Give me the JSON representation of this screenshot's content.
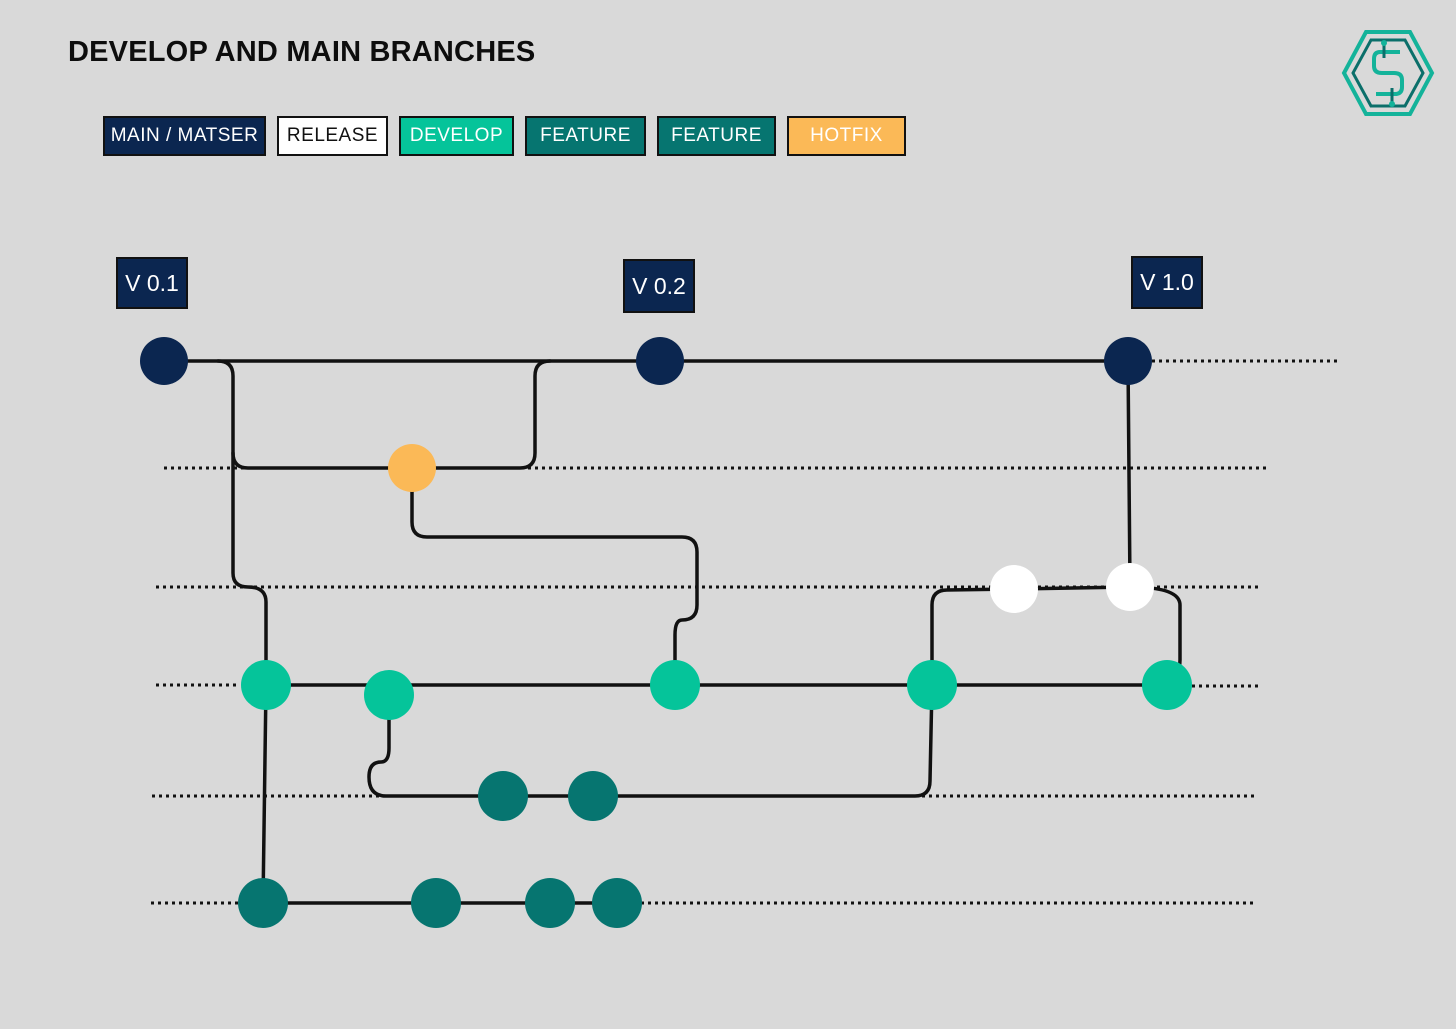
{
  "title": "DEVELOP AND MAIN BRANCHES",
  "legend": [
    {
      "label": "MAIN / MATSER",
      "bg": "#0b2650",
      "fg": "#ffffff"
    },
    {
      "label": "RELEASE",
      "bg": "#ffffff",
      "fg": "#111111"
    },
    {
      "label": "DEVELOP",
      "bg": "#05c49a",
      "fg": "#ffffff"
    },
    {
      "label": "FEATURE",
      "bg": "#067570",
      "fg": "#ffffff"
    },
    {
      "label": "FEATURE",
      "bg": "#067570",
      "fg": "#ffffff"
    },
    {
      "label": "HOTFIX",
      "bg": "#fbb957",
      "fg": "#ffffff"
    }
  ],
  "versions": [
    "V 0.1",
    "V 0.2",
    "V 1.0"
  ],
  "colors": {
    "main": "#0b2650",
    "release": "#ffffff",
    "develop": "#05c49a",
    "feature": "#067570",
    "hotfix": "#fbb957",
    "line": "#111111",
    "background": "#d9d9d9"
  },
  "logo_icon": "hexagon-circuit-s-logo-icon"
}
